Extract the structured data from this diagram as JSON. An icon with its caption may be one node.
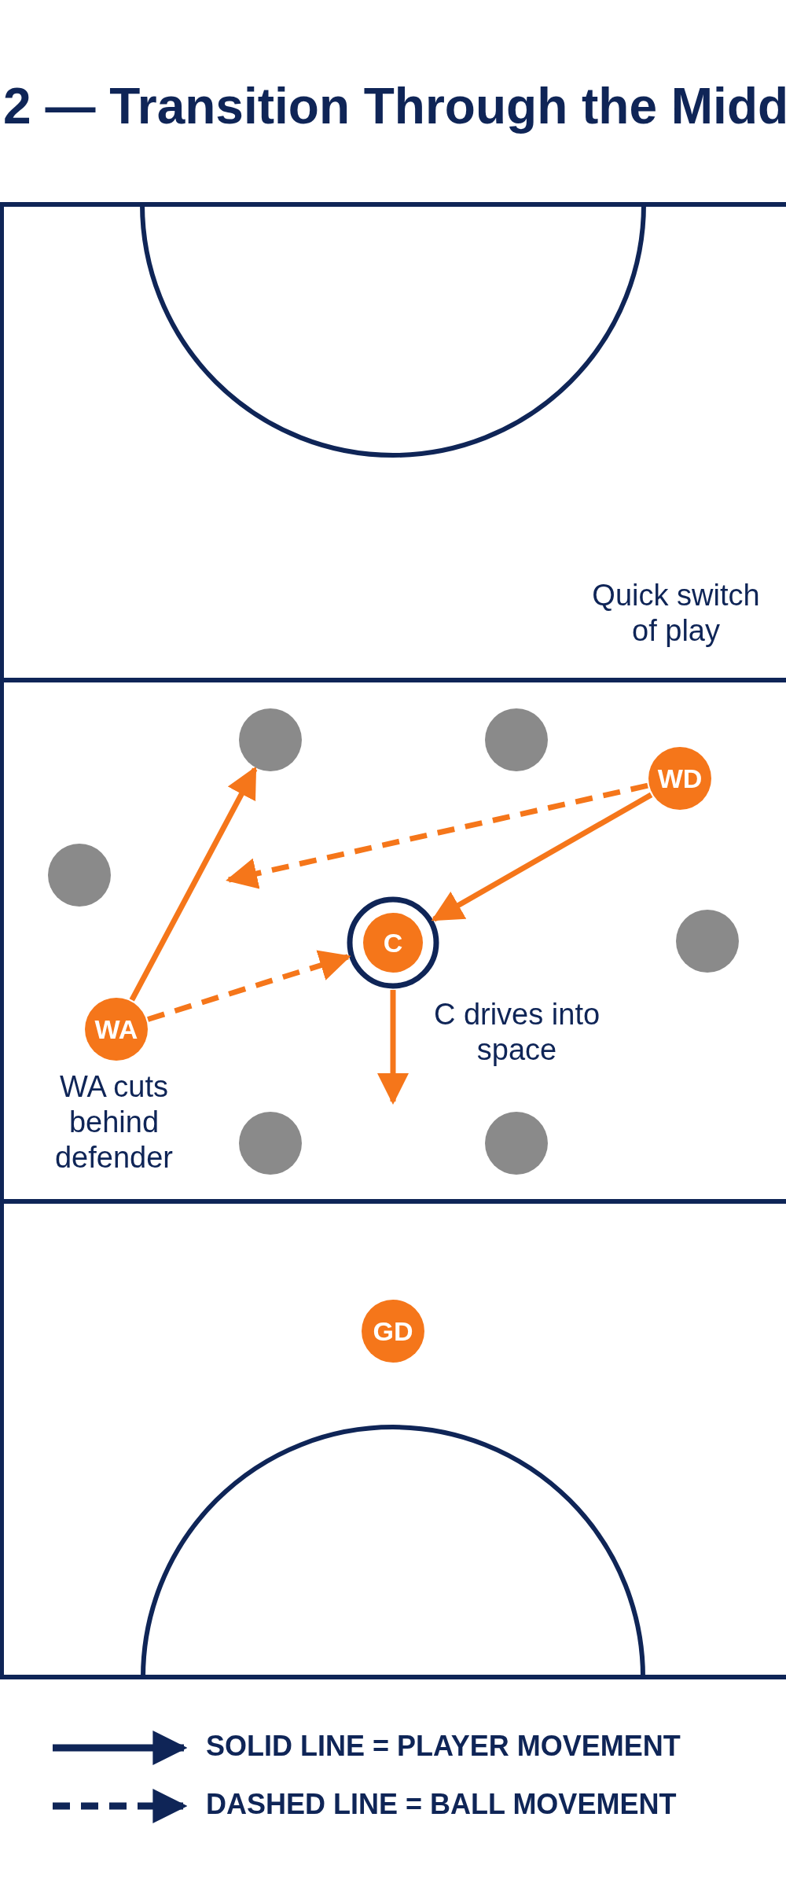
{
  "diagram": {
    "title": "2 — Transition Through the Midd",
    "nodes": [
      {
        "text": [],
        "shape": "circle"
      },
      {
        "text": [],
        "shape": "circle"
      },
      {
        "text": [
          "WD"
        ]
      },
      {
        "text": [],
        "shape": "circle"
      },
      {
        "text": [],
        "shape": "circle"
      },
      {
        "text": [
          "C"
        ],
        "beside": [
          "C drives into space"
        ]
      },
      {
        "text": [
          "WA"
        ],
        "beside": [
          "WA cuts behind defender"
        ]
      },
      {
        "text": [],
        "shape": "circle"
      },
      {
        "text": [],
        "shape": "circle"
      },
      {
        "text": [
          "GD"
        ]
      }
    ],
    "edges": [
      {
        "from": 6,
        "to": 0,
        "arrow": "to"
      },
      {
        "from": 2,
        "to": null,
        "arrow": "to",
        "style": "dashed"
      },
      {
        "from": 2,
        "to": 5,
        "arrow": "to"
      },
      {
        "from": 6,
        "to": 5,
        "arrow": "to",
        "style": "dashed"
      },
      {
        "from": 5,
        "to": null,
        "arrow": "to"
      }
    ],
    "labels": [
      "Quick switch of play"
    ],
    "legend": [
      {
        "text": "SOLID LINE = PLAYER MOVEMENT"
      },
      {
        "text": "DASHED LINE = BALL MOVEMENT"
      }
    ]
  }
}
